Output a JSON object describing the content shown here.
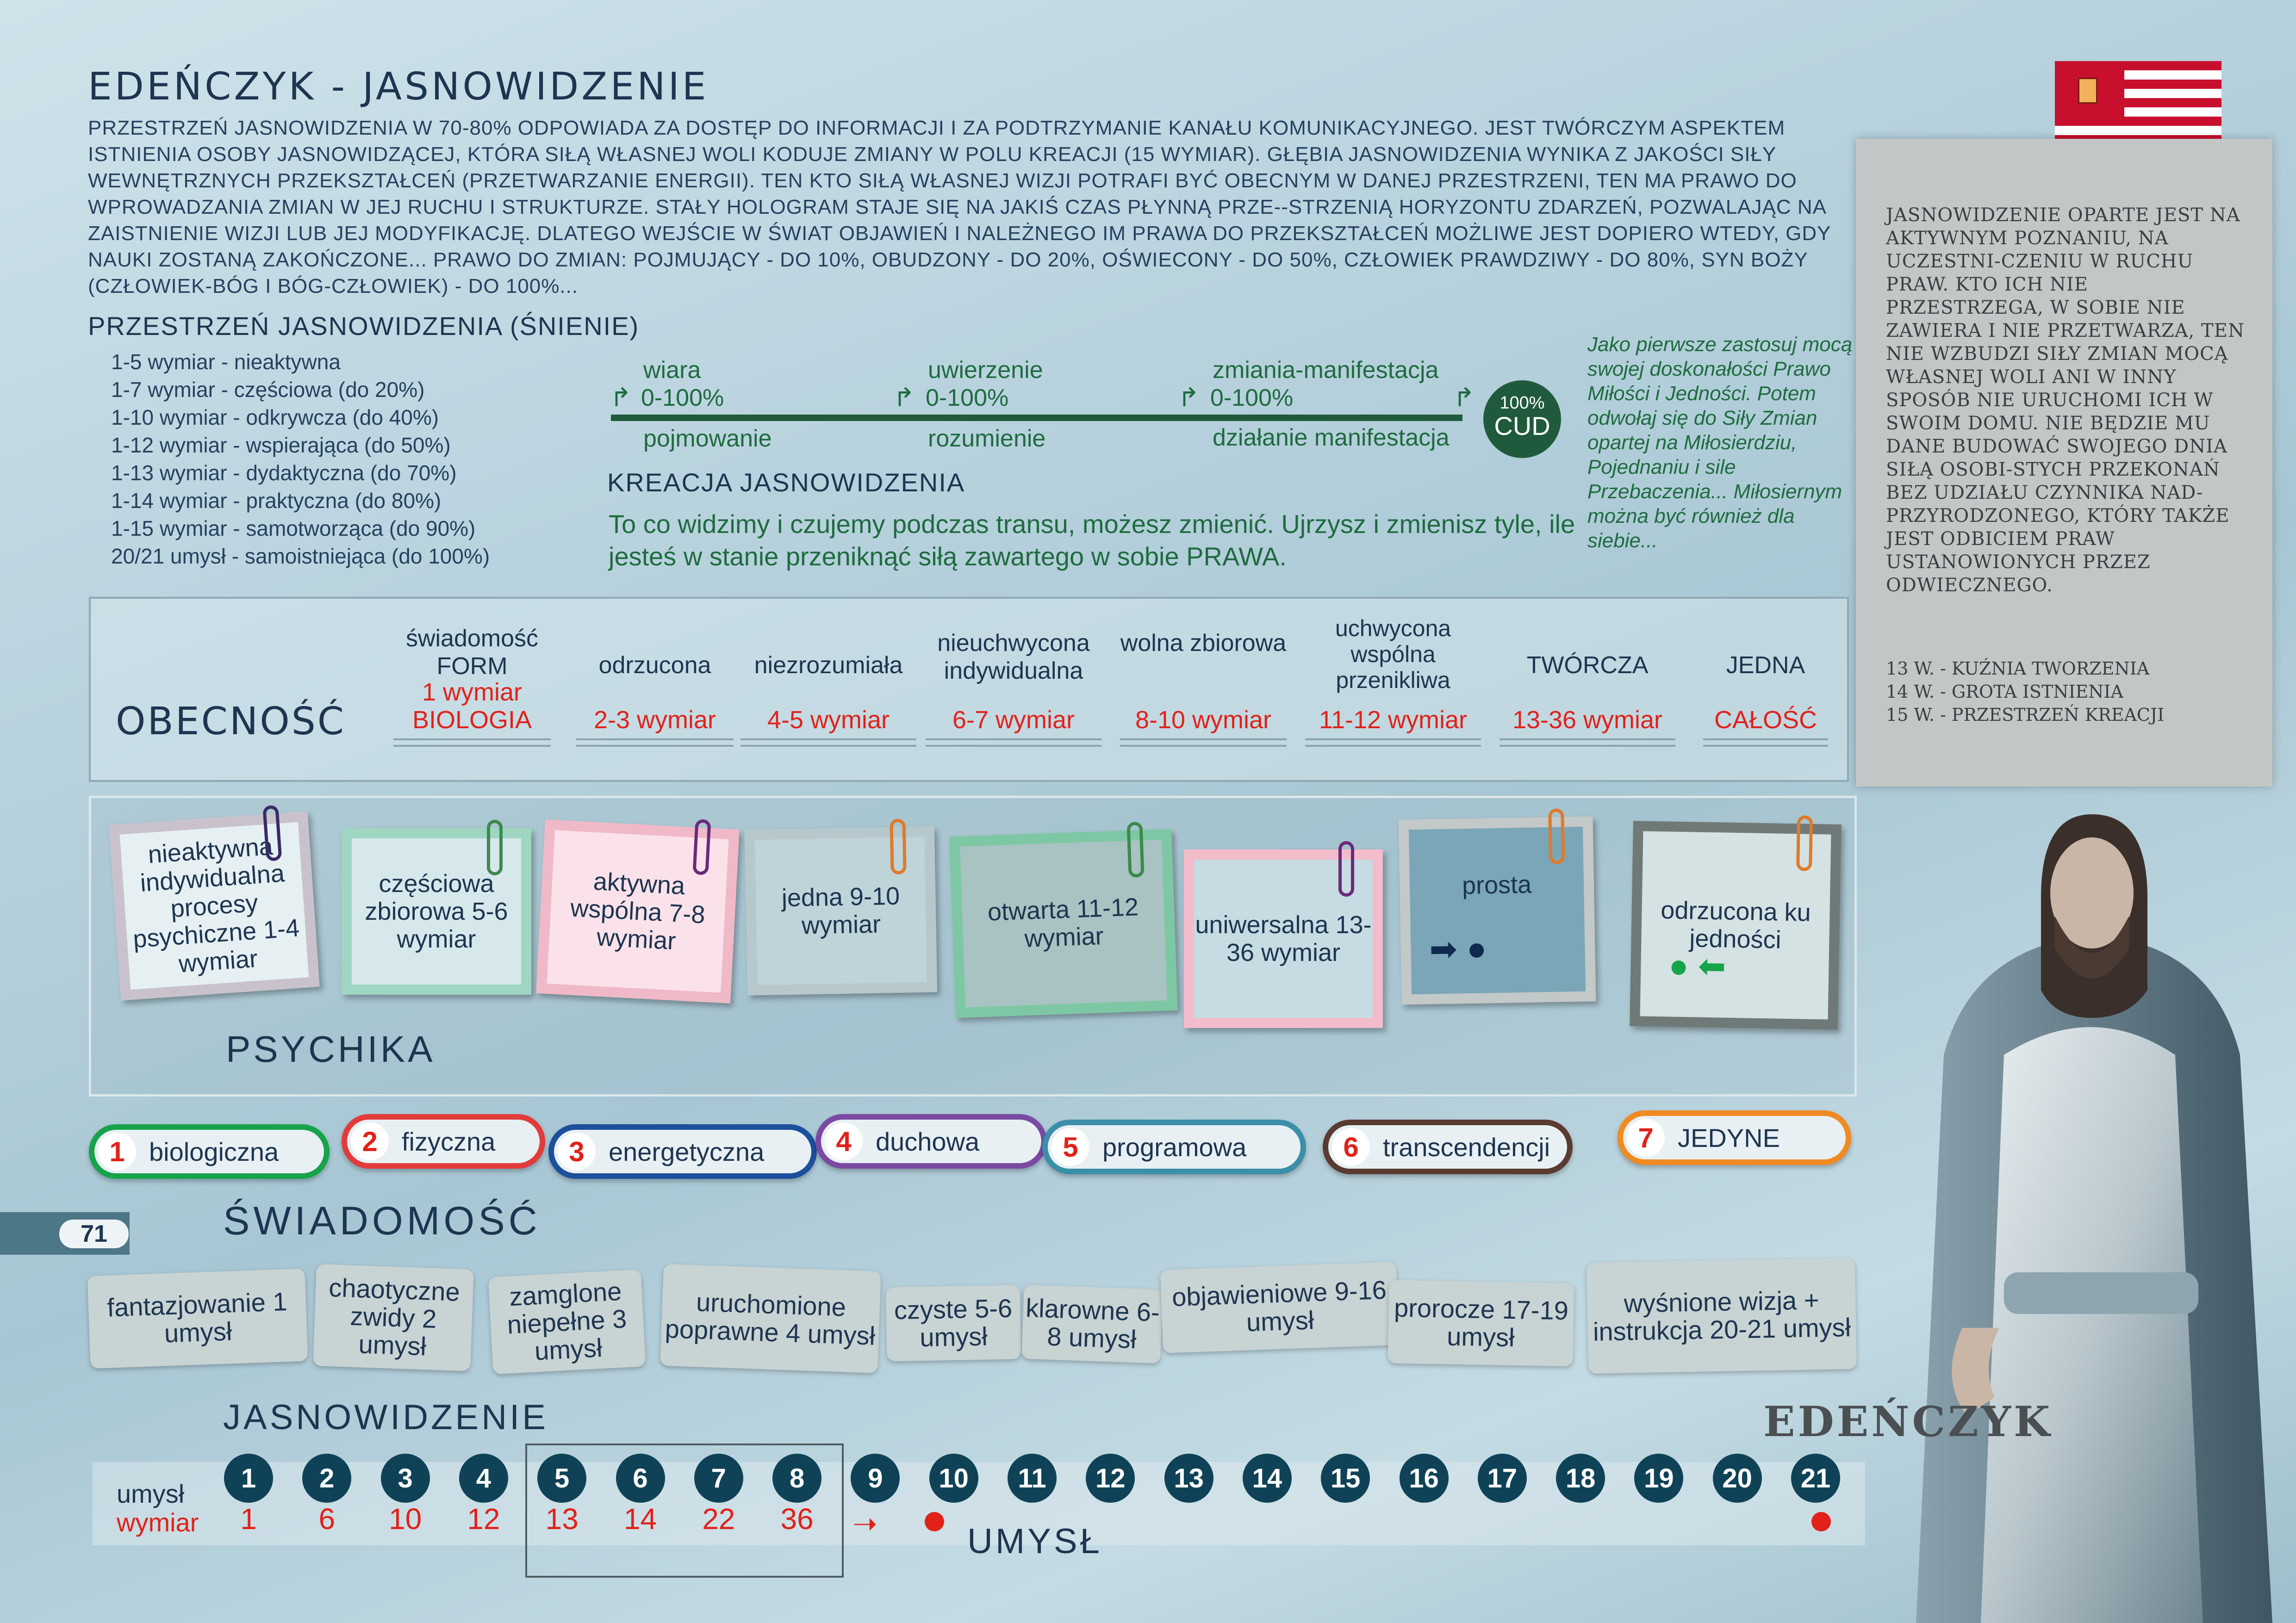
{
  "header": {
    "title": "EDEŃCZYK - JASNOWIDZENIE",
    "intro": "PRZESTRZEŃ JASNOWIDZENIA W 70-80% ODPOWIADA ZA DOSTĘP DO INFORMACJI I ZA PODTRZYMANIE KANAŁU KOMUNIKACYJNEGO. JEST TWÓRCZYM ASPEKTEM ISTNIENIA OSOBY JASNOWIDZĄCEJ, KTÓRA SIŁĄ WŁASNEJ WOLI KODUJE ZMIANY W POLU KREACJI (15 WYMIAR). GŁĘBIA JASNOWIDZENIA WYNIKA Z JAKOŚCI SIŁY WEWNĘTRZNYCH PRZEKSZTAŁCEŃ (PRZETWARZANIE ENERGII). TEN KTO SIŁĄ WŁASNEJ WIZJI POTRAFI BYĆ OBECNYM W DANEJ PRZESTRZENI, TEN MA PRAWO DO WPROWADZANIA ZMIAN W JEJ RUCHU I STRUKTURZE. STAŁY HOLOGRAM STAJE SIĘ NA JAKIŚ CZAS PŁYNNĄ PRZE--STRZENIĄ HORYZONTU ZDARZEŃ, POZWALAJĄC NA ZAISTNIENIE WIZJI LUB JEJ MODYFIKACJĘ. DLATEGO WEJŚCIE W ŚWIAT OBJAWIEŃ I NALEŻNEGO IM PRAWA DO PRZEKSZTAŁCEŃ MOŻLIWE JEST DOPIERO WTEDY, GDY NAUKI ZOSTANĄ ZAKOŃCZONE... PRAWO DO ZMIAN: POJMUJĄCY - DO 10%, OBUDZONY - DO 20%, OŚWIECONY - DO 50%, CZŁOWIEK PRAWDZIWY - DO 80%, SYN BOŻY (CZŁOWIEK-BÓG I BÓG-CZŁOWIEK) - DO 100%..."
  },
  "side_note": {
    "text": "JASNOWIDZENIE OPARTE JEST NA AKTYWNYM POZNANIU, NA UCZESTNI-CZENIU W RUCHU PRAW. KTO ICH NIE PRZESTRZEGA, W SOBIE NIE ZAWIERA I NIE PRZETWARZA, TEN NIE WZBUDZI SIŁY ZMIAN MOCĄ WŁASNEJ WOLI ANI W INNY SPOSÓB NIE URUCHOMI ICH W SWOIM DOMU. NIE BĘDZIE MU DANE BUDOWAĆ SWOJEGO DNIA SIŁĄ OSOBI-STYCH PRZEKONAŃ BEZ UDZIAŁU CZYNNIKA NAD-PRZYRODZONEGO, KTÓRY TAKŻE JEST ODBICIEM PRAW USTANOWIONYCH PRZEZ ODWIECZNEGO.",
    "list": [
      "13 W. - KUŹNIA TWORZENIA",
      "14 W. - GROTA ISTNIENIA",
      "15 W. - PRZESTRZEŃ KREACJI"
    ]
  },
  "dimensions": {
    "heading": "PRZESTRZEŃ JASNOWIDZENIA (ŚNIENIE)",
    "items": [
      "1-5 wymiar - nieaktywna",
      "1-7 wymiar - częściowa (do 20%)",
      "1-10 wymiar - odkrywcza (do 40%)",
      "1-12 wymiar - wspierająca (do 50%)",
      "1-13 wymiar - dydaktyczna (do 70%)",
      "1-14 wymiar - praktyczna (do 80%)",
      "1-15 wymiar - samotworząca (do 90%)",
      "20/21 umysł - samoistniejąca (do 100%)"
    ]
  },
  "flow": {
    "stages": [
      {
        "top": "wiara",
        "pct": "0-100%",
        "bottom": "pojmowanie"
      },
      {
        "top": "uwierzenie",
        "pct": "0-100%",
        "bottom": "rozumienie"
      },
      {
        "top": "zmiania-manifestacja",
        "pct": "0-100%",
        "bottom": "działanie manifestacja"
      }
    ],
    "end_pct": "100%",
    "end_label": "CUD",
    "kreacja_heading": "KREACJA JASNOWIDZENIA",
    "kreacja_text": "To co widzimy i czujemy podczas transu, możesz zmienić. Ujrzysz i zmienisz tyle, ile jesteś w stanie przeniknąć siłą zawartego w sobie PRAWA.",
    "italic_note": "Jako pierwsze zastosuj mocą swojej doskonałości Prawo Miłości i Jedności. Potem odwołaj się do Siły Zmian opartej na Miłosierdziu, Pojednaniu i sile Przebaczenia... Miłosiernym można być również dla siebie..."
  },
  "presence": {
    "heading": "OBECNOŚĆ",
    "columns": [
      {
        "label": "świadomość FORM",
        "red": "1 wymiar BIOLOGIA"
      },
      {
        "label": "odrzucona",
        "red": "2-3 wymiar"
      },
      {
        "label": "niezrozumiała",
        "red": "4-5 wymiar"
      },
      {
        "label": "nieuchwycona indywidualna",
        "red": "6-7 wymiar"
      },
      {
        "label": "wolna zbiorowa",
        "red": "8-10 wymiar"
      },
      {
        "label": "uchwycona wspólna przenikliwa",
        "red": "11-12 wymiar"
      },
      {
        "label": "TWÓRCZA",
        "red": "13-36 wymiar"
      },
      {
        "label": "JEDNA",
        "red": "CAŁOŚĆ"
      }
    ]
  },
  "psyche": {
    "heading": "PSYCHIKA",
    "cards": [
      {
        "text": "nieaktywna indywidualna procesy psychiczne 1-4 wymiar",
        "frame": "#c9c2cc",
        "fill": "#e6f0f3",
        "clip": "#3a2a66"
      },
      {
        "text": "częściowa zbiorowa 5-6 wymiar",
        "frame": "#9fd6c2",
        "fill": "#d6e8eb",
        "clip": "#3c8a4c"
      },
      {
        "text": "aktywna wspólna 7-8 wymiar",
        "frame": "#f0b9c8",
        "fill": "#fbe2ea",
        "clip": "#6b2a7a"
      },
      {
        "text": "jedna 9-10 wymiar",
        "frame": "#b7c8cc",
        "fill": "#bfd4d9",
        "clip": "#e07a2a"
      },
      {
        "text": "otwarta 11-12 wymiar",
        "frame": "#7ec7a4",
        "fill": "#a8c3c1",
        "clip": "#3c8a4c"
      },
      {
        "text": "uniwersalna 13-36 wymiar",
        "frame": "#f2bccb",
        "fill": "#c6dbe2",
        "clip": "#6b2a7a"
      },
      {
        "text": "prosta",
        "frame": "#c3c8c8",
        "fill": "#7aa6b8",
        "clip": "#e07a2a"
      },
      {
        "text": "odrzucona ku jedności",
        "frame": "#6f7a78",
        "fill": "#d4e2e4",
        "clip": "#e07a2a"
      }
    ]
  },
  "levels": [
    {
      "num": "1",
      "label": "biologiczna",
      "color": "#17a34a"
    },
    {
      "num": "2",
      "label": "fizyczna",
      "color": "#e23b3b"
    },
    {
      "num": "3",
      "label": "energetyczna",
      "color": "#1c4f9c"
    },
    {
      "num": "4",
      "label": "duchowa",
      "color": "#7a4aa3"
    },
    {
      "num": "5",
      "label": "programowa",
      "color": "#3b8fa8"
    },
    {
      "num": "6",
      "label": "transcendencji",
      "color": "#5a3b30"
    },
    {
      "num": "7",
      "label": "JEDYNE",
      "color": "#f08a22"
    }
  ],
  "awareness": {
    "page_number": "71",
    "heading": "ŚWIADOMOŚĆ",
    "stones": [
      "fantazjowanie 1 umysł",
      "chaotyczne zwidy 2 umysł",
      "zamglone niepełne 3 umysł",
      "uruchomione poprawne 4 umysł",
      "czyste 5-6 umysł",
      "klarowne 6-8 umysł",
      "objawieniowe 9-16 umysł",
      "prorocze 17-19 umysł",
      "wyśnione wizja + instrukcja 20-21 umysł"
    ]
  },
  "clairvoyance": {
    "heading": "JASNOWIDZENIE",
    "row_mind": "umysł",
    "row_dim": "wymiar",
    "minds": [
      "1",
      "2",
      "3",
      "4",
      "5",
      "6",
      "7",
      "8",
      "9",
      "10",
      "11",
      "12",
      "13",
      "14",
      "15",
      "16",
      "17",
      "18",
      "19",
      "20",
      "21"
    ],
    "dims": [
      "1",
      "6",
      "10",
      "12",
      "13",
      "14",
      "22",
      "36"
    ],
    "mind_heading": "UMYSŁ"
  },
  "figure_label": "EDEŃCZYK"
}
